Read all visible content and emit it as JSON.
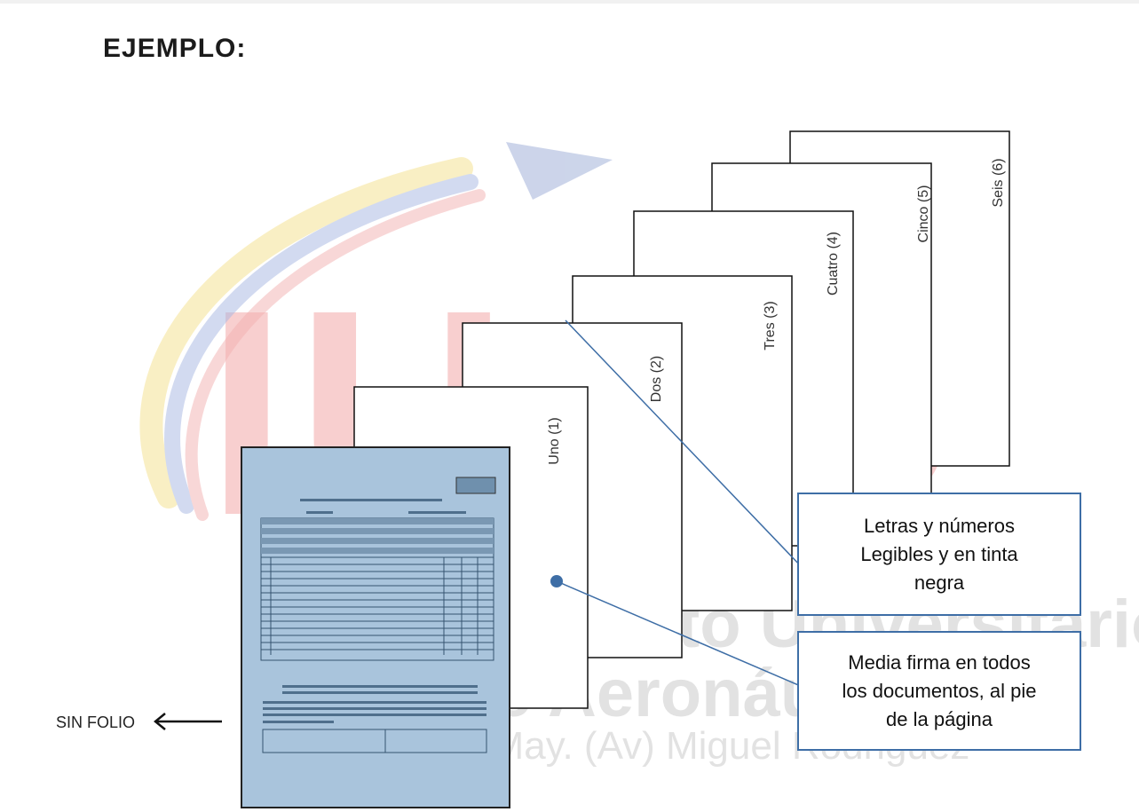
{
  "title": "EJEMPLO:",
  "watermark": {
    "letters": "IUAC",
    "line1": "Instituto Universitario",
    "line2": "de Aeronáutica",
    "line3": "\"May. (Av) Miguel Rodriguez\""
  },
  "pages": [
    "Seis (6)",
    "Cinco (5)",
    "Cuatro (4)",
    "Tres (3)",
    "Dos (2)",
    "Uno (1)"
  ],
  "callouts": {
    "ink": [
      "Letras y números",
      "Legibles y en tinta",
      "negra"
    ],
    "signature": [
      "Media firma en todos",
      "los documentos, al pie",
      "de la página"
    ]
  },
  "no_folio_label": "SIN FOLIO",
  "colors": {
    "accent": "#3e6ea6",
    "cover_fill": "#a9c4dc",
    "watermark_red": "#f3a8a8"
  }
}
